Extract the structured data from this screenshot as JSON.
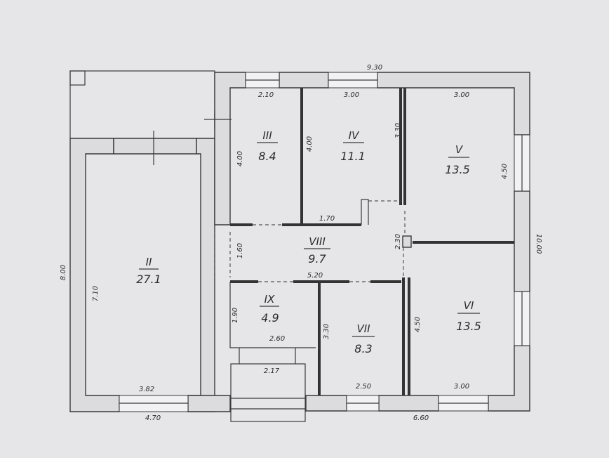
{
  "plan": {
    "rooms": [
      {
        "num": "II",
        "area": "27.1"
      },
      {
        "num": "III",
        "area": "8.4"
      },
      {
        "num": "IV",
        "area": "11.1"
      },
      {
        "num": "V",
        "area": "13.5"
      },
      {
        "num": "VI",
        "area": "13.5"
      },
      {
        "num": "VII",
        "area": "8.3"
      },
      {
        "num": "VIII",
        "area": "9.7"
      },
      {
        "num": "IX",
        "area": "4.9"
      }
    ],
    "dimensions": {
      "top_total": "9.30",
      "left_total": "8.00",
      "right_total": "10.00",
      "bottom_left": "4.70",
      "bottom_right": "6.60",
      "room3_width": "2.10",
      "room3_height": "4.00",
      "room4_width": "3.00",
      "room4_height": "4.00",
      "room4_bottom": "1.70",
      "room4_side": "3.30",
      "room5_width": "3.00",
      "room5_height": "4.50",
      "room8_height": "1.60",
      "room8_width": "5.20",
      "room8_side": "2.30",
      "room2_height": "7.10",
      "room2_width": "3.82",
      "room9_height": "1.90",
      "room9_width": "2.60",
      "porch_width": "2.17",
      "room7_height": "3.30",
      "room7_width": "2.50",
      "room6_height": "4.50",
      "room6_width": "3.00"
    }
  }
}
